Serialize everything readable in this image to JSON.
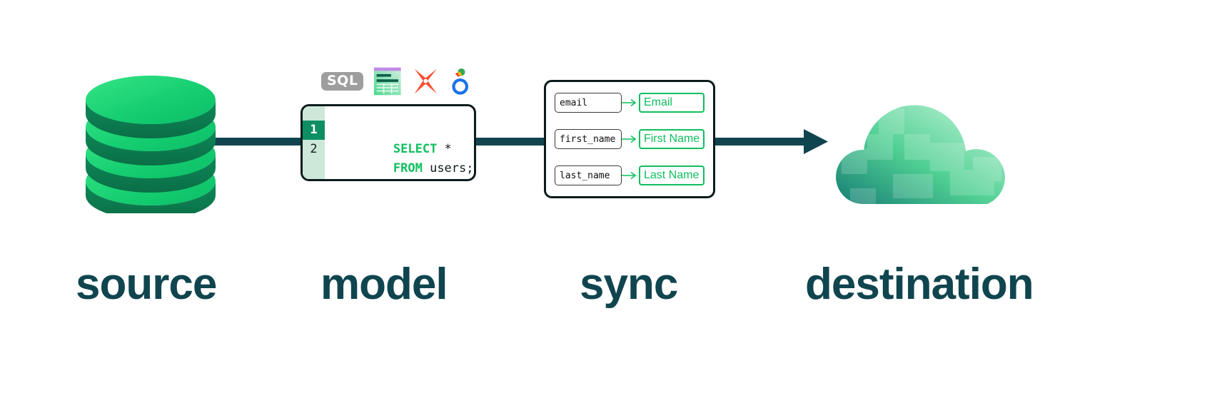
{
  "stages": [
    {
      "key": "source",
      "label": "source",
      "icon": "database-cylinder-icon"
    },
    {
      "key": "model",
      "label": "model",
      "icon": "sql-editor"
    },
    {
      "key": "sync",
      "label": "sync",
      "icon": "field-mapping-panel"
    },
    {
      "key": "destination",
      "label": "destination",
      "icon": "cloud-icon"
    }
  ],
  "model": {
    "tools": [
      {
        "name": "sql-badge-icon",
        "label": "SQL"
      },
      {
        "name": "google-sheets-icon",
        "label": "Google Sheets"
      },
      {
        "name": "dbt-icon",
        "label": "dbt"
      },
      {
        "name": "looker-icon",
        "label": "Looker"
      }
    ],
    "editor": {
      "lines": [
        {
          "number": "1",
          "active": true,
          "keyword": "SELECT",
          "rest": " *"
        },
        {
          "number": "2",
          "active": false,
          "keyword": "FROM",
          "rest": " users;"
        }
      ]
    }
  },
  "sync": {
    "mappings": [
      {
        "source_field": "email",
        "destination_field": "Email"
      },
      {
        "source_field": "first_name",
        "destination_field": "First Name"
      },
      {
        "source_field": "last_name",
        "destination_field": "Last Name"
      }
    ]
  },
  "colors": {
    "connector": "#10454F",
    "label_text": "#10454F",
    "accent_green": "#0fbf5e",
    "gutter_bg": "#cde8d8",
    "active_line_bg": "#0d8f63",
    "cylinder_light": "#2ee07a",
    "cylinder_dark": "#0a7a50",
    "cloud_light": "#a8f0c4",
    "cloud_dark": "#167d74",
    "sql_badge_bg": "#9e9e9e",
    "dbt_orange": "#ff4f35",
    "outline": "#0c1b1b"
  }
}
